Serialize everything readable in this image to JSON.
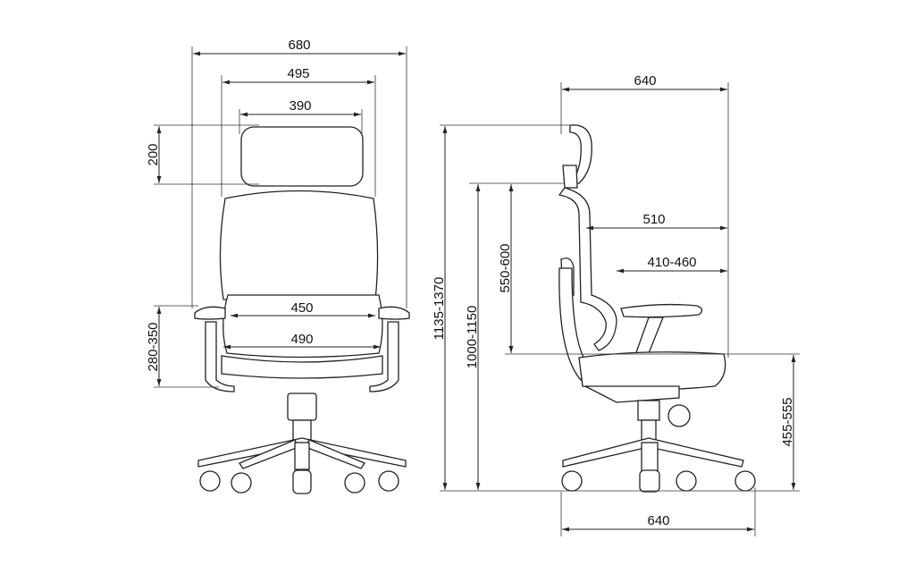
{
  "front_view": {
    "overall_width": "680",
    "armrest_outer_width": "495",
    "headrest_width": "390",
    "headrest_height": "200",
    "seat_inner_width": "450",
    "seat_width": "490",
    "armrest_height": "280-350"
  },
  "side_view": {
    "overall_depth": "640",
    "backrest_to_front": "510",
    "seat_depth": "410-460",
    "backrest_height": "550-600",
    "total_height": "1135-1370",
    "height_without_headrest": "1000-1150",
    "seat_height": "455-555",
    "base_diameter": "640"
  }
}
